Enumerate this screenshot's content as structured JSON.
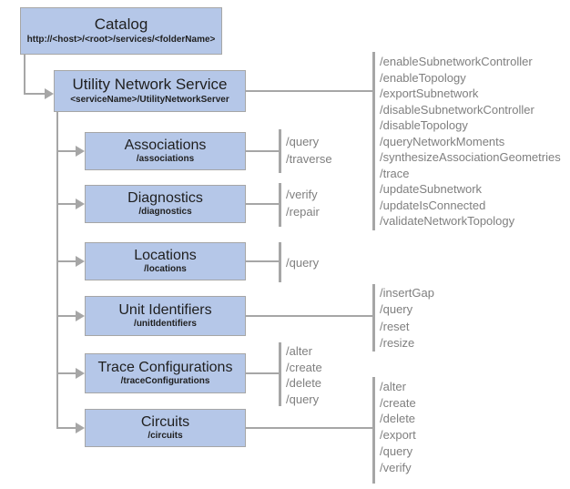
{
  "catalog": {
    "title": "Catalog",
    "subtitle": "http://<host>/<root>/services/<folderName>"
  },
  "service": {
    "title": "Utility Network Service",
    "subtitle": "<serviceName>/UtilityNetworkServer",
    "operations": [
      "/enableSubnetworkController",
      "/enableTopology",
      "/exportSubnetwork",
      "/disableSubnetworkController",
      "/disableTopology",
      "/queryNetworkMoments",
      "/synthesizeAssociationGeometries",
      "/trace",
      "/updateSubnetwork",
      "/updateIsConnected",
      "/validateNetworkTopology"
    ]
  },
  "resources": [
    {
      "title": "Associations",
      "subtitle": "/associations",
      "operations": [
        "/query",
        "/traverse"
      ]
    },
    {
      "title": "Diagnostics",
      "subtitle": "/diagnostics",
      "operations": [
        "/verify",
        "/repair"
      ]
    },
    {
      "title": "Locations",
      "subtitle": "/locations",
      "operations": [
        "/query"
      ]
    },
    {
      "title": "Unit Identifiers",
      "subtitle": "/unitIdentifiers",
      "operations": [
        "/insertGap",
        "/query",
        "/reset",
        "/resize"
      ]
    },
    {
      "title": "Trace Configurations",
      "subtitle": "/traceConfigurations",
      "operations": [
        "/alter",
        "/create",
        "/delete",
        "/query"
      ]
    },
    {
      "title": "Circuits",
      "subtitle": "/circuits",
      "operations": [
        "/alter",
        "/create",
        "/delete",
        "/export",
        "/query",
        "/verify"
      ]
    }
  ],
  "colors": {
    "box_fill": "#b5c7e8",
    "box_border": "#a6a6a6",
    "connector": "#a6a6a6",
    "title_text": "#1f1f1f",
    "ops_text": "#7f7f7f"
  }
}
